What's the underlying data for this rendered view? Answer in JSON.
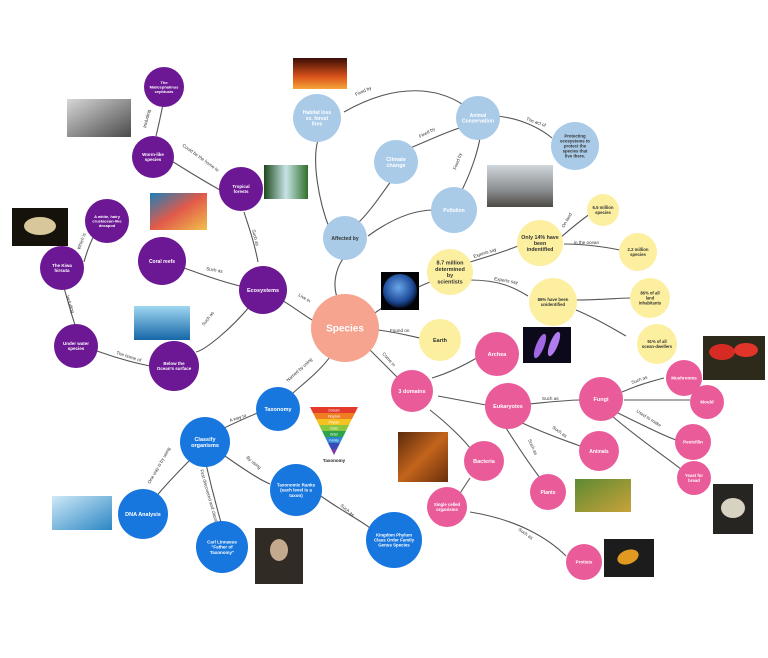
{
  "colors": {
    "central": "#f6a38f",
    "blue_light": "#a9cbe8",
    "yellow": "#fcef9f",
    "pink": "#ea5b9a",
    "purple": "#6c1793",
    "blue": "#1877df",
    "line": "#555555"
  },
  "nodes": {
    "species": "Species",
    "habitat_loss": "Habitat loss ex. forest fires",
    "animal_conservation": "Animal Conservation",
    "protecting": "Protecting ecosystems to protect the species that live there.",
    "climate_change": "Climate change",
    "pollution": "Pollution",
    "affected_by": "Affected by",
    "eight_million": "8.7 million determined by scientists",
    "only_14": "Only 14% have been indentified",
    "six_million": "6.5 million species",
    "two_million": "2.2 million species",
    "eighty_six": "86% have been unidentified",
    "eighty_six_land": "86% of all land inhabitants",
    "ninety_one": "91% of all ocean-dwellers",
    "earth": "Earth",
    "three_domains": "3 domains",
    "archea": "Archea",
    "eukaryotes": "Eukaryotes",
    "fungi": "Fungi",
    "mushrooms": "Mushrooms",
    "mould": "Mould",
    "penicillin": "Penicillin",
    "yeast": "Yeast for bread",
    "animals": "Animals",
    "plants": "Plants",
    "bacteria": "Bacteria",
    "single_celled": "Single celled organisms",
    "protists": "Protists",
    "taxonomy": "Taxonomy",
    "classify": "Classify organisms",
    "dna": "DNA Analysis",
    "carl": "Carl Linnaeus \"Father of Taxonomy\"",
    "ranks": "Taxonomic Ranks (each level is a taxon)",
    "kingdom": "Kingdom Phylum Class Order Family Genus Species",
    "ecosystems": "Ecosystems",
    "coral_reefs": "Coral reefs",
    "tropical": "Tropical forests",
    "worm_like": "Worm-like species",
    "malicephalus": "The Malicephalinus cephtusis",
    "kiwa": "The Kiwa hirsuta",
    "yeti_crab": "A white, hairy crustacean-like decapod",
    "under_water": "Under water species",
    "below_ocean": "Below the Ocean's surface"
  },
  "edges": {
    "fixed_by_1": "Fixed by",
    "fixed_by_2": "Fixed by",
    "fixed_by_3": "Fixed by",
    "the_act_of": "The act of",
    "lives_in": "Live in",
    "found_on": "Found on",
    "come_in": "Come in",
    "named_by_using": "Named by using",
    "experts_say_1": "Experts say",
    "experts_say_2": "Experts say",
    "on_land": "On land",
    "in_the_ocean": "in the ocean",
    "such_as_1": "Such as",
    "such_as_2": "Such as",
    "such_as_3": "Such as",
    "such_as_4": "Such as",
    "such_as_5": "Such as",
    "such_as_6": "Such as",
    "such_as_7": "Such as",
    "such_as_8": "Such as",
    "used_to_make": "Used to make",
    "a_way_to": "A way to",
    "one_way": "One way is by using",
    "by_using": "By using",
    "first_discovered": "First discovered and classified by",
    "could_be_home": "Could be the home to",
    "including_1": "Including",
    "including_2": "Including",
    "which_is": "Which is",
    "the_home_of": "The home of"
  },
  "taxonomy_pyramid": {
    "levels": [
      "Domain",
      "Kingdom",
      "Phylum",
      "Class",
      "Order",
      "Family",
      "Genus",
      "Species"
    ],
    "caption": "Taxonomy"
  }
}
